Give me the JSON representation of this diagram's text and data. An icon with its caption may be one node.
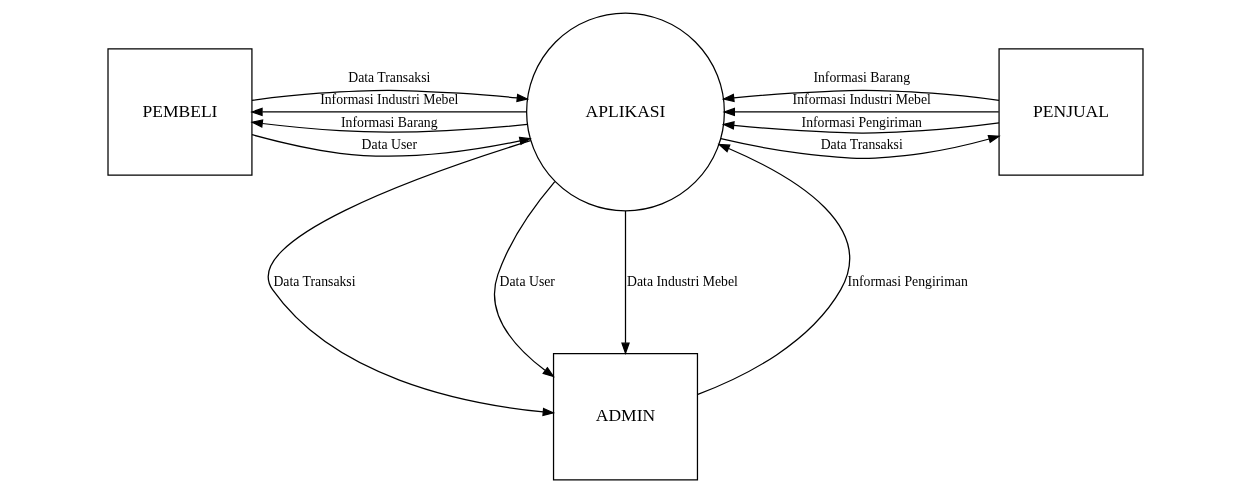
{
  "diagram": {
    "nodes": [
      {
        "text": [
          "PEMBELI"
        ]
      },
      {
        "text": [
          "APLIKASI"
        ]
      },
      {
        "text": [
          "PENJUAL"
        ]
      },
      {
        "text": [
          "ADMIN"
        ]
      }
    ],
    "edges": [
      {
        "from": 0,
        "to": 1,
        "arrow": "to",
        "label": "Data User"
      },
      {
        "from": 0,
        "to": 1,
        "arrow": "to",
        "label": "Data Transaksi"
      },
      {
        "from": 1,
        "to": 0,
        "arrow": "to",
        "label": "Informasi Barang"
      },
      {
        "from": 1,
        "to": 0,
        "arrow": "to",
        "label": "Informasi Industri Mebel"
      },
      {
        "from": 1,
        "to": 2,
        "arrow": "to",
        "label": "Data Transaksi"
      },
      {
        "from": 2,
        "to": 1,
        "arrow": "to",
        "label": "Informasi Barang"
      },
      {
        "from": 2,
        "to": 1,
        "arrow": "to",
        "label": "Informasi Pengiriman"
      },
      {
        "from": 2,
        "to": 1,
        "arrow": "to",
        "label": "Informasi Industri Mebel"
      },
      {
        "from": 3,
        "to": 1,
        "arrow": "to",
        "label": "Informasi Pengiriman"
      },
      {
        "from": 1,
        "to": 3,
        "arrow": "to",
        "label": "Data Transaksi"
      },
      {
        "from": 1,
        "to": 3,
        "arrow": "to",
        "label": "Data User"
      },
      {
        "from": 1,
        "to": 3,
        "arrow": "to",
        "label": "Data Industri Mebel"
      }
    ]
  }
}
